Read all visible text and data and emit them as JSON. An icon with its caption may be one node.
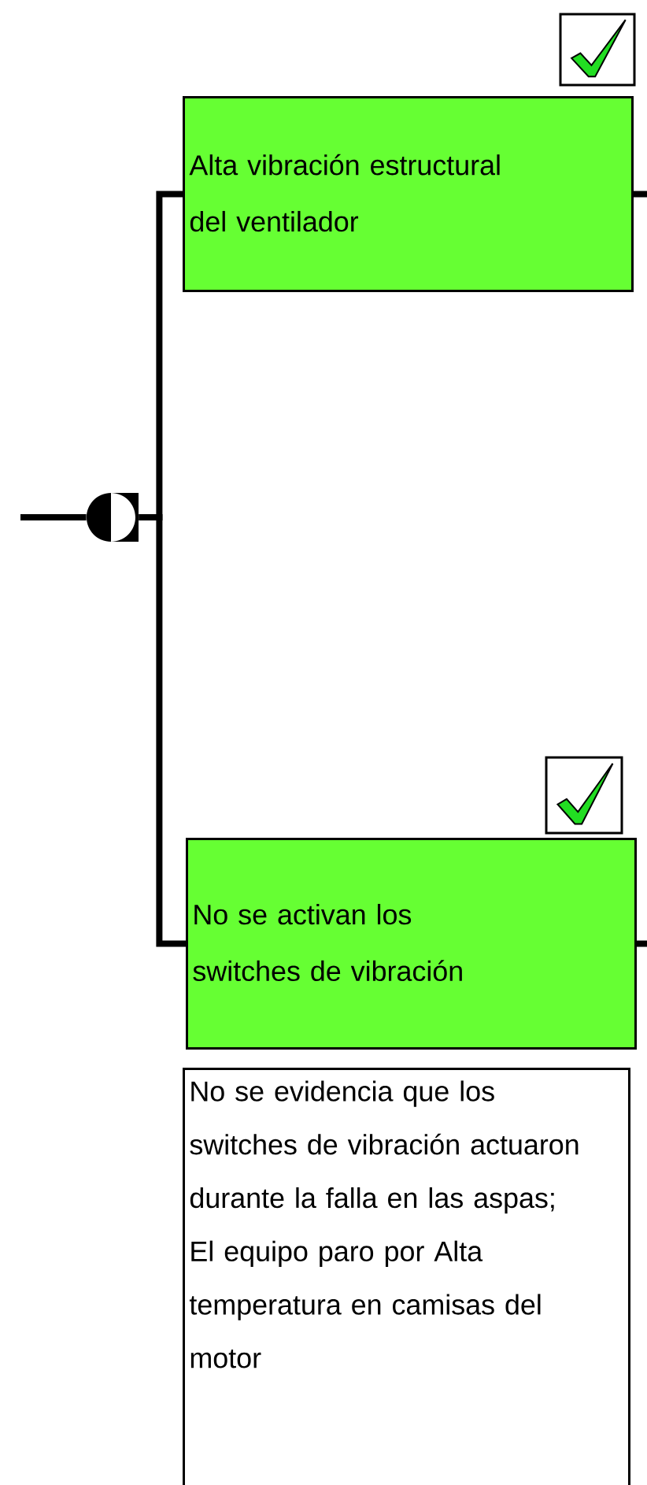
{
  "diagram": {
    "nodes": [
      {
        "text": [],
        "shape": "gate"
      },
      {
        "text": [
          "Alta vibración estructural del ventilador"
        ]
      },
      {
        "text": [
          "No se activan los switches de vibración"
        ]
      },
      {
        "text": [
          "No se evidencia que los switches de vibración actuaron durante la falla en las aspas; El equipo paro por Alta temperatura en camisas del motor"
        ]
      }
    ],
    "edges": [
      {
        "from": 0,
        "to": 1,
        "arrow": "none"
      },
      {
        "from": 0,
        "to": 2,
        "arrow": "none"
      },
      {
        "from": null,
        "to": 0,
        "arrow": "none"
      },
      {
        "from": 1,
        "to": null,
        "arrow": "none"
      },
      {
        "from": 2,
        "to": null,
        "arrow": "none"
      }
    ]
  }
}
